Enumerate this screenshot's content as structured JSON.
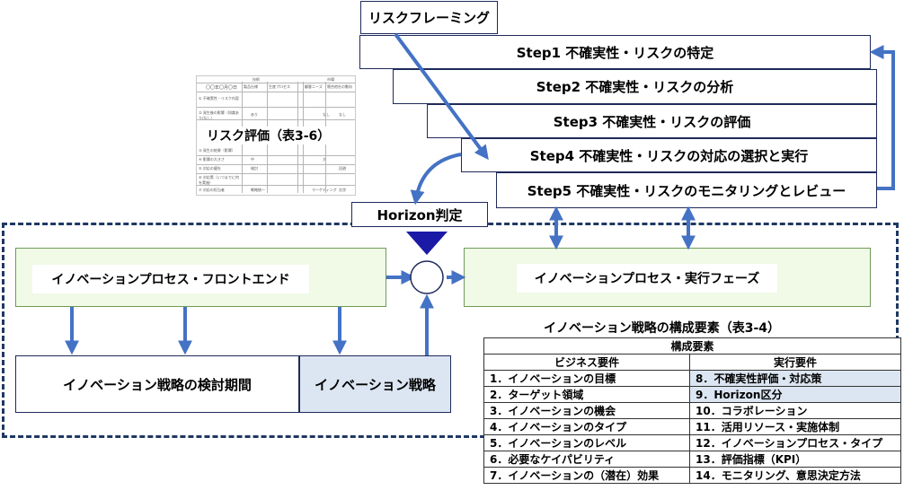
{
  "framing": {
    "title": "リスクフレーミング"
  },
  "steps": [
    "Step1 不確実性・リスクの特定",
    "Step2 不確実性・リスクの分析",
    "Step3 不確実性・リスクの評価",
    "Step4 不確実性・リスクの対応の選択と実行",
    "Step5 不確実性・リスクのモニタリングとレビュー"
  ],
  "risk_eval_label": "リスク評価（表3-6）",
  "horizon_label": "Horizon判定",
  "front_end": "イノベーションプロセス・フロントエンド",
  "execution_phase": "イノベーションプロセス・実行フェーズ",
  "review_period": "イノベーション戦略の検討期間",
  "strategy": "イノベーション戦略",
  "table": {
    "caption": "イノベーション戦略の構成要素（表3-4）",
    "header": "構成要素",
    "col_business": "ビジネス要件",
    "col_execution": "実行要件",
    "rows": [
      [
        "1．イノベーションの目標",
        "8．不確実性評価・対応策"
      ],
      [
        "2．ターゲット領域",
        "9．Horizon区分"
      ],
      [
        "3．イノベーションの機会",
        "10．コラボレーション"
      ],
      [
        "4．イノベーションのタイプ",
        "11．活用リソース・実施体制"
      ],
      [
        "5．イノベーションのレベル",
        "12．イノベーションプロセス・タイプ"
      ],
      [
        "6．必要なケイパビリティ",
        "13．評価指標（KPI）"
      ],
      [
        "7．イノベーションの（潜在）効果",
        "14．モニタリング、意思決定方法"
      ]
    ]
  },
  "thumbnail": {
    "date": "〇〇年〇月〇日",
    "head_tech": "技術",
    "head_market": "市場",
    "cols": [
      "製品仕様",
      "生産プロセス",
      "顧客ニーズ",
      "競合他社の動向"
    ],
    "rows": [
      "① 不確実性・リスク内容",
      "② 発生後の影響（知識あり/なし）",
      "③ 発生の結果（影響）",
      "④ 影響の大きさ",
      "⑤ 対応の優先",
      "⑥ 対応策（いつまでに何を実施）",
      "⑦ 対応の担当者"
    ],
    "cells": [
      "あり",
      "なし",
      "なし",
      "中",
      "大",
      "検討",
      "回避",
      "戦略統一",
      "マーケティング",
      "交渉"
    ]
  },
  "colors": {
    "arrow": "#4472c4",
    "triangle": "#1a1aa6",
    "dash": "#1f3864",
    "green_fill": "#f0fae6",
    "blue_fill": "#dce6f2"
  }
}
